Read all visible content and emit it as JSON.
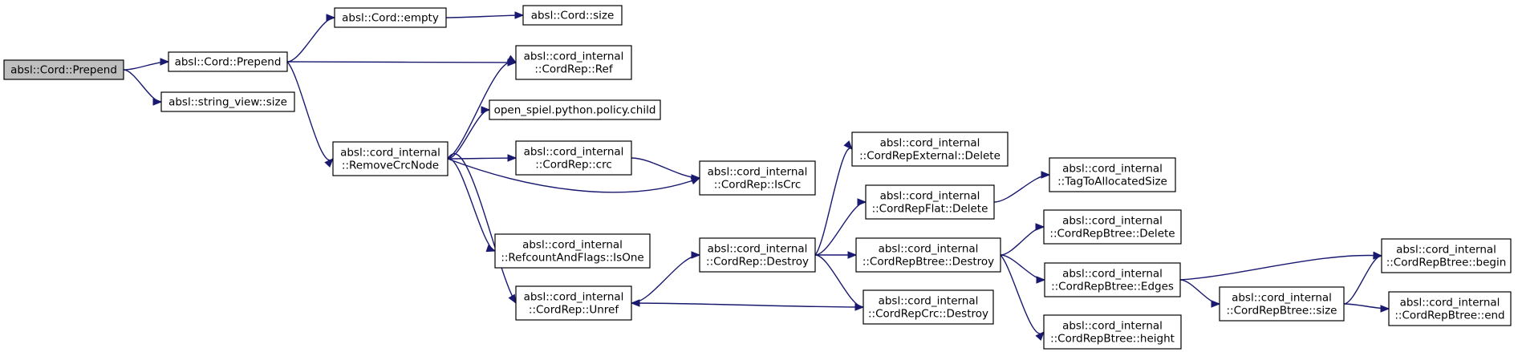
{
  "graph": {
    "edge_color": "#191970",
    "root_fill": "#bfbfbf",
    "nodes": [
      {
        "id": "n1",
        "lines": [
          "absl::Cord::Prepend"
        ],
        "root": true
      },
      {
        "id": "n2",
        "lines": [
          "absl::Cord::Prepend"
        ]
      },
      {
        "id": "n3",
        "lines": [
          "absl::string_view::size"
        ]
      },
      {
        "id": "n4",
        "lines": [
          "absl::Cord::empty"
        ]
      },
      {
        "id": "n5",
        "lines": [
          "absl::Cord::size"
        ]
      },
      {
        "id": "n6",
        "lines": [
          "absl::cord_internal",
          "::CordRep::Ref"
        ]
      },
      {
        "id": "n7",
        "lines": [
          "absl::cord_internal",
          "::RemoveCrcNode"
        ]
      },
      {
        "id": "n8",
        "lines": [
          "open_spiel.python.policy.child"
        ]
      },
      {
        "id": "n9",
        "lines": [
          "absl::cord_internal",
          "::CordRep::crc"
        ]
      },
      {
        "id": "n10",
        "lines": [
          "absl::cord_internal",
          "::CordRep::IsCrc"
        ]
      },
      {
        "id": "n11",
        "lines": [
          "absl::cord_internal",
          "::RefcountAndFlags::IsOne"
        ]
      },
      {
        "id": "n12",
        "lines": [
          "absl::cord_internal",
          "::CordRep::Unref"
        ]
      },
      {
        "id": "n13",
        "lines": [
          "absl::cord_internal",
          "::CordRep::Destroy"
        ]
      },
      {
        "id": "n14",
        "lines": [
          "absl::cord_internal",
          "::CordRepExternal::Delete"
        ]
      },
      {
        "id": "n15",
        "lines": [
          "absl::cord_internal",
          "::CordRepFlat::Delete"
        ]
      },
      {
        "id": "n16",
        "lines": [
          "absl::cord_internal",
          "::CordRepBtree::Destroy"
        ]
      },
      {
        "id": "n17",
        "lines": [
          "absl::cord_internal",
          "::CordRepCrc::Destroy"
        ]
      },
      {
        "id": "n18",
        "lines": [
          "absl::cord_internal",
          "::TagToAllocatedSize"
        ]
      },
      {
        "id": "n19",
        "lines": [
          "absl::cord_internal",
          "::CordRepBtree::Delete"
        ]
      },
      {
        "id": "n20",
        "lines": [
          "absl::cord_internal",
          "::CordRepBtree::Edges"
        ]
      },
      {
        "id": "n21",
        "lines": [
          "absl::cord_internal",
          "::CordRepBtree::height"
        ]
      },
      {
        "id": "n22",
        "lines": [
          "absl::cord_internal",
          "::CordRepBtree::size"
        ]
      },
      {
        "id": "n23",
        "lines": [
          "absl::cord_internal",
          "::CordRepBtree::begin"
        ]
      },
      {
        "id": "n24",
        "lines": [
          "absl::cord_internal",
          "::CordRepBtree::end"
        ]
      }
    ],
    "edges": [
      [
        "n1",
        "n2"
      ],
      [
        "n1",
        "n3"
      ],
      [
        "n2",
        "n4"
      ],
      [
        "n2",
        "n6"
      ],
      [
        "n2",
        "n7"
      ],
      [
        "n4",
        "n5"
      ],
      [
        "n7",
        "n6"
      ],
      [
        "n7",
        "n8"
      ],
      [
        "n7",
        "n9"
      ],
      [
        "n7",
        "n10"
      ],
      [
        "n7",
        "n11"
      ],
      [
        "n7",
        "n12"
      ],
      [
        "n9",
        "n10"
      ],
      [
        "n12",
        "n13"
      ],
      [
        "n13",
        "n14"
      ],
      [
        "n13",
        "n15"
      ],
      [
        "n13",
        "n16"
      ],
      [
        "n13",
        "n17"
      ],
      [
        "n15",
        "n18"
      ],
      [
        "n16",
        "n19"
      ],
      [
        "n16",
        "n20"
      ],
      [
        "n16",
        "n21"
      ],
      [
        "n17",
        "n12"
      ],
      [
        "n20",
        "n22"
      ],
      [
        "n20",
        "n23"
      ],
      [
        "n22",
        "n23"
      ],
      [
        "n22",
        "n24"
      ]
    ]
  }
}
